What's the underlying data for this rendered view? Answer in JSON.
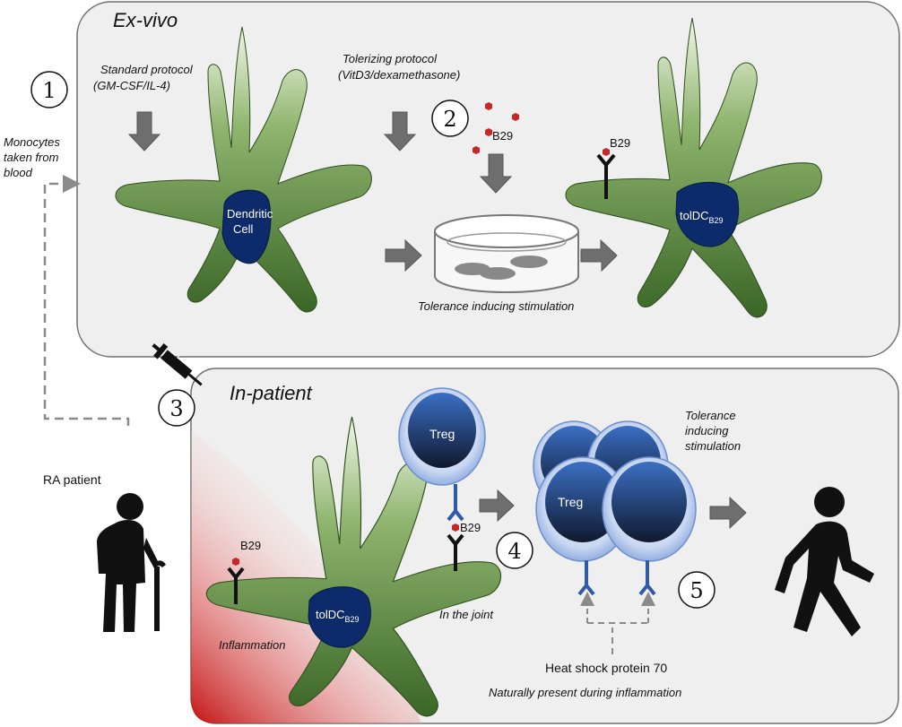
{
  "panels": {
    "top_title": "Ex-vivo",
    "bottom_title": "In-patient"
  },
  "steps": {
    "s1": "1",
    "s2": "2",
    "s3": "3",
    "s4": "4",
    "s5": "5"
  },
  "labels": {
    "standard_protocol_1": "Standard protocol",
    "standard_protocol_2": "(GM-CSF/IL-4)",
    "tolerizing_protocol_1": "Tolerizing protocol",
    "tolerizing_protocol_2": "(VitD3/dexamethasone)",
    "monocytes_1": "Monocytes",
    "monocytes_2": "taken from",
    "monocytes_3": "blood",
    "dendritic_1": "Dendritic",
    "dendritic_2": "Cell",
    "b29": "B29",
    "toldc_main": "tolDC",
    "toldc_sub": "B29",
    "tolerance_inducing_stimulation": "Tolerance inducing stimulation",
    "ra_patient": "RA patient",
    "treg": "Treg",
    "in_the_joint": "In the joint",
    "inflammation": "Inflammation",
    "tis_1": "Tolerance",
    "tis_2": "inducing",
    "tis_3": "stimulation",
    "hsp70": "Heat shock protein 70",
    "naturally_present": "Naturally present during inflammation"
  },
  "colors": {
    "panel_fill": "#efefef",
    "panel_stroke": "#6f6f6f",
    "cell_dark_green": "#3f6b2a",
    "cell_light_green": "#e8f1de",
    "nucleus_blue": "#0d2a6b",
    "treg_blue": "#7f9fd9",
    "receptor_blue": "#2f5aa8",
    "arrow_gray": "#6e6e6e",
    "peptide_red": "#c62828",
    "inflammation_red": "#c41212"
  }
}
